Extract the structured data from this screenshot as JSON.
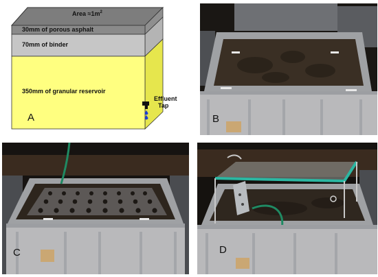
{
  "panels": {
    "a": {
      "letter": "A",
      "area_label": "Area ≈1m",
      "area_sup": "2",
      "layer_asphalt": "30mm of porous asphalt",
      "layer_binder": "70mm of binder",
      "layer_reservoir": "350mm of granular reservoir",
      "tap_label_line1": "Effluent",
      "tap_label_line2": "Tap"
    },
    "b": {
      "letter": "B"
    },
    "c": {
      "letter": "C"
    },
    "d": {
      "letter": "D"
    }
  },
  "colors": {
    "asphalt_top": "#7d7d7d",
    "asphalt_side": "#8f8f8f",
    "binder": "#c6c6c6",
    "reservoir": "#ffff80",
    "reservoir_side": "#e6e64d",
    "tap_drops": "#1e3fd0",
    "crate_grey": "#b9b9bb",
    "soil": "#3a2f24"
  }
}
